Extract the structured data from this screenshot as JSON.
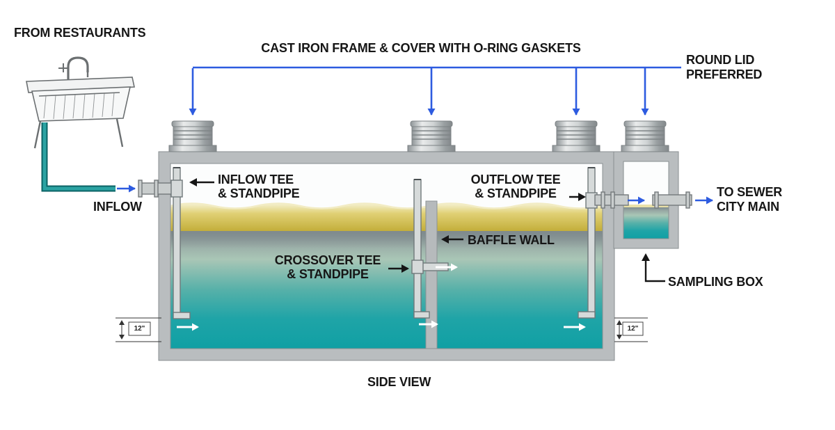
{
  "labels": {
    "from_restaurants": "FROM RESTAURANTS",
    "cast_iron_cover": "CAST IRON FRAME & COVER WITH O-RING GASKETS",
    "round_lid": "ROUND LID\nPREFERRED",
    "inflow": "INFLOW",
    "inflow_tee": "INFLOW TEE\n& STANDPIPE",
    "outflow_tee": "OUTFLOW TEE\n& STANDPIPE",
    "baffle_wall": "BAFFLE WALL",
    "crossover_tee": "CROSSOVER TEE\n& STANDPIPE",
    "to_sewer": "TO SEWER\nCITY MAIN",
    "sampling_box": "SAMPLING BOX",
    "side_view": "SIDE VIEW",
    "dim_left": "12\"",
    "dim_right": "12\""
  },
  "colors": {
    "callout_blue": "#2d5be0",
    "water_teal": "#17a2a6",
    "grease_yellow": "#d6c353",
    "concrete_gray": "#b9bdbf",
    "pipe_gray": "#d3d7d7"
  }
}
